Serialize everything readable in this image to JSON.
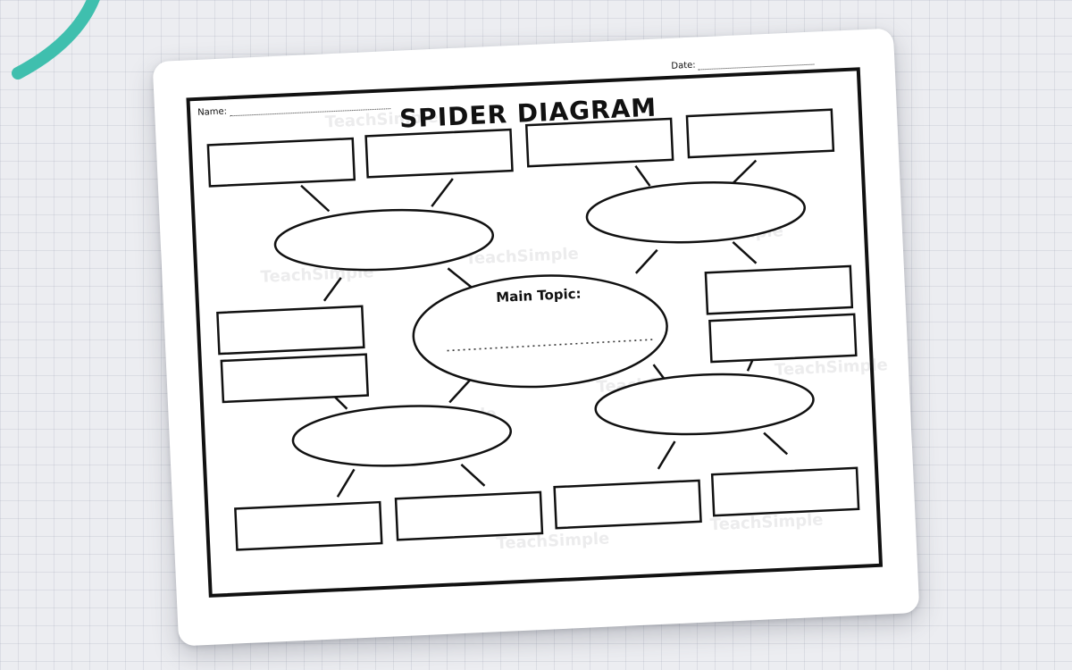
{
  "worksheet": {
    "title": "SPIDER DIAGRAM",
    "name_label": "Name:",
    "date_label": "Date:",
    "main_topic_label": "Main Topic:"
  },
  "watermark": {
    "text": "TeachSimple"
  },
  "colors": {
    "accent_arc": "#3fbfae",
    "background": "#ecedf1",
    "sheet": "#ffffff",
    "ink": "#111111"
  }
}
